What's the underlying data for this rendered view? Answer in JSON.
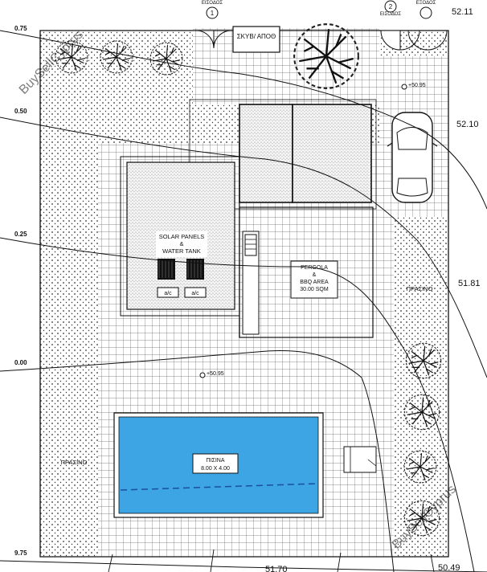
{
  "entrances": [
    {
      "label": "ΕΙΣΟΔΟΣ",
      "number": "1"
    },
    {
      "label": "ΕΙΣΟΔΟΣ",
      "number": "2"
    },
    {
      "label": "ΕΞΟΔΟΣ"
    }
  ],
  "contour_labels": [
    "0.75",
    "0.50",
    "0.25",
    "0.00",
    "9.75"
  ],
  "plot_edge_labels": [
    "52.11",
    "52.10",
    "51.81",
    "51.70",
    "50.49"
  ],
  "storage_label": "ΣΚΥΒ/ ΑΠΟΘ",
  "solar": {
    "line1": "SOLAR PANELS",
    "line2": "&",
    "line3": "WATER TANK"
  },
  "ac_units": [
    "a/c",
    "a/c"
  ],
  "pergola": {
    "line1": "PERGOLA",
    "line2": "&",
    "line3": "BBQ AREA",
    "line4": "30.00 SQM"
  },
  "green_labels": [
    "ΠΡΑΣΙΝΟ",
    "ΠΡΑΣΙΝΟ"
  ],
  "levels": [
    "+50.95",
    "+50.95"
  ],
  "pool": {
    "title": "ΠΙΣΙΝΑ",
    "dims": "8.00 X 4.00"
  },
  "watermark": "BuySellCyprus",
  "colors": {
    "pool": "#3da5e3",
    "lines": "#222222",
    "grid": "#555555"
  }
}
